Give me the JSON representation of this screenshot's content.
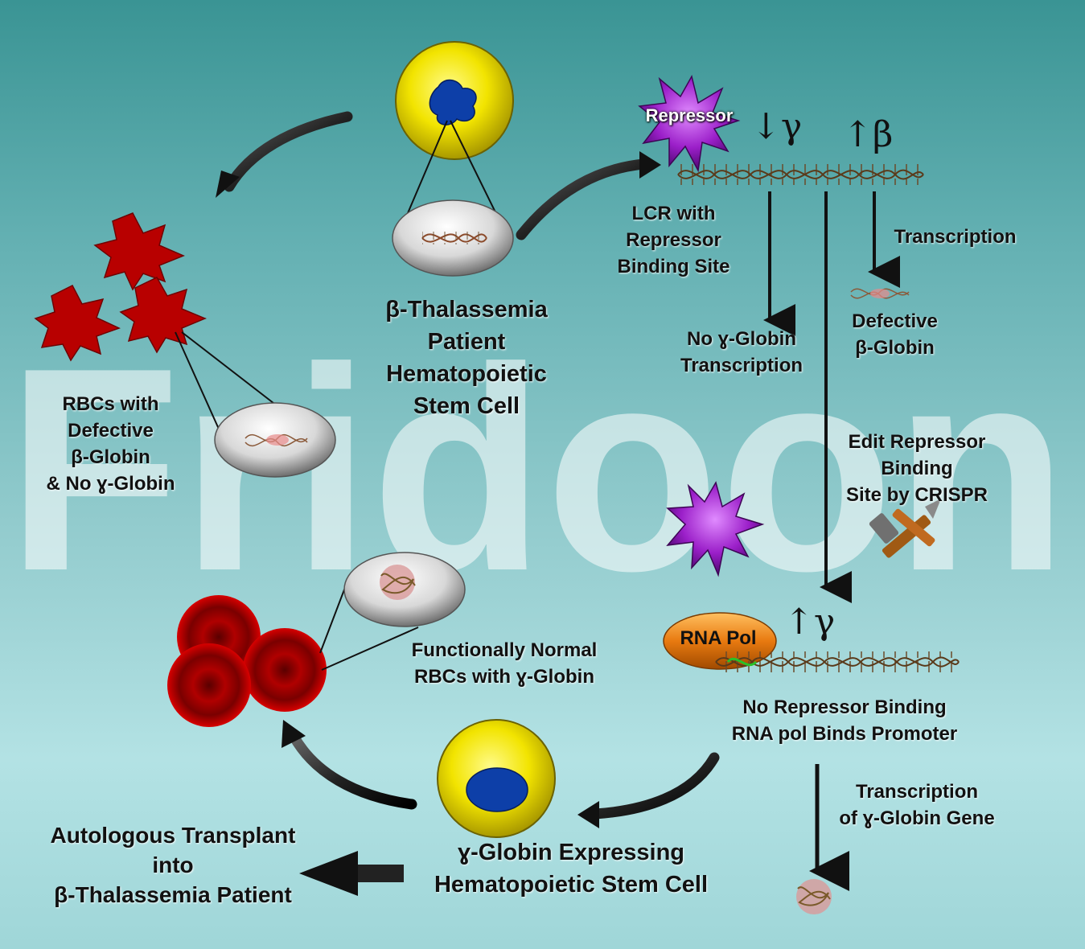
{
  "watermark": "Fridoon",
  "labels": {
    "patient_cell": "β-Thalassemia\nPatient\nHematopoietic\nStem Cell",
    "repressor": "Repressor",
    "gamma_down": "↓γ",
    "beta_up": "↑β",
    "lcr": "LCR with\nRepressor\nBinding Site",
    "transcription": "Transcription",
    "defective_beta": "Defective\nβ-Globin",
    "no_gamma": "No ɣ-Globin\nTranscription",
    "rbc_defective": "RBCs with\nDefective\nβ-Globin\n& No ɣ-Globin",
    "edit_site": "Edit Repressor\nBinding\nSite by CRISPR",
    "rna_pol": "RNA Pol",
    "gamma_up": "↑γ",
    "functional_rbc": "Functionally Normal\nRBCs with ɣ-Globin",
    "no_repressor": "No Repressor Binding\nRNA pol Binds Promoter",
    "transcription_gamma": "Transcription\nof ɣ-Globin Gene",
    "autologous": "Autologous Transplant\ninto\nβ-Thalassemia Patient",
    "gamma_cell": "ɣ-Globin Expressing\nHematopoietic Stem Cell"
  },
  "colors": {
    "cell_yellow": "#f2e400",
    "nucleus_blue": "#0d3fa8",
    "repressor_purple": "#9b1fc9",
    "rbc_red": "#c40000",
    "rna_pol_orange": "#e87a10"
  }
}
